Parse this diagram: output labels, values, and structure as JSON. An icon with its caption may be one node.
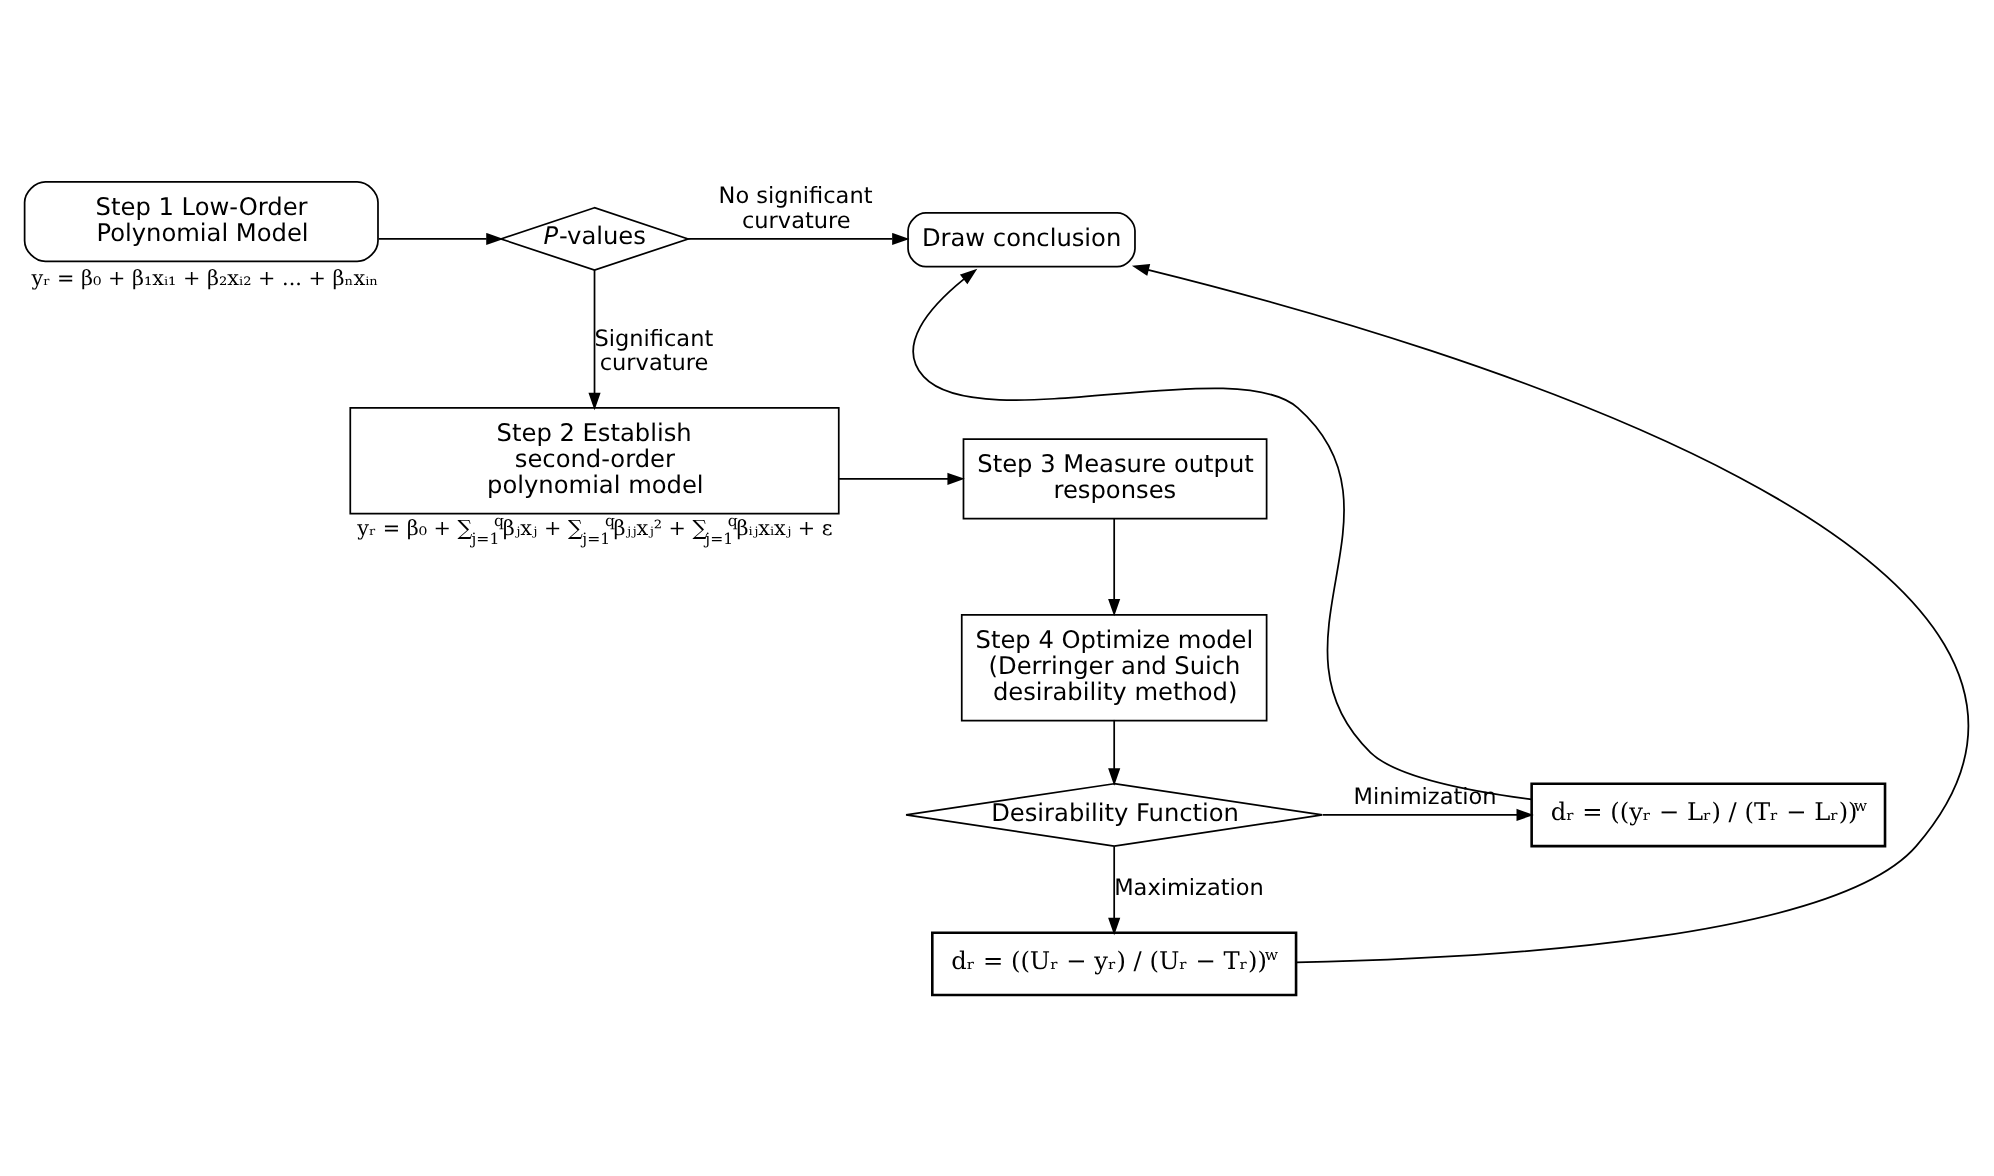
{
  "diagram": {
    "nodes": [
      {
        "text": [
          "Step 1 Low-Order Polynomial Model"
        ],
        "beside": [
          "yᵣ = β₀ + β₁xᵢ₁ + β₂xᵢ₂ + ... + βₙxᵢₙ"
        ]
      },
      {
        "text": [
          "*P*-values"
        ]
      },
      {
        "text": [
          "Draw conclusion"
        ]
      },
      {
        "text": [
          "Step 2 Establish second-order polynomial model"
        ],
        "beside": [
          "yᵣ = β₀ + ∑$_{j=1}$$^{q}$βⱼxⱼ + ∑$_{j=1}$$^{q}$βⱼⱼxⱼ² + ∑$_{j=1}$$^{q}$βᵢⱼxᵢxⱼ + ε"
        ]
      },
      {
        "text": [
          "Step 3 Measure output responses"
        ]
      },
      {
        "text": [
          "Step 4 Optimize model (Derringer and Suich desirability method)"
        ]
      },
      {
        "text": [
          "Desirability Function"
        ]
      },
      {
        "text": [
          "dᵣ = ((yᵣ − Lᵣ) / (Tᵣ − Lᵣ))$^{w}$"
        ]
      },
      {
        "text": [
          "dᵣ = ((Uᵣ − yᵣ) / (Uᵣ − Tᵣ))$^{w}$"
        ]
      }
    ],
    "edges": [
      {
        "from": 0,
        "to": 1,
        "arrow": "to"
      },
      {
        "from": 1,
        "to": 2,
        "arrow": "to",
        "label": "No significant curvature"
      },
      {
        "from": 1,
        "to": 3,
        "arrow": "to",
        "label": "Significant curvature"
      },
      {
        "from": 3,
        "to": 4,
        "arrow": "to"
      },
      {
        "from": 4,
        "to": 5,
        "arrow": "to"
      },
      {
        "from": 5,
        "to": 6,
        "arrow": "to"
      },
      {
        "from": 6,
        "to": 7,
        "arrow": "to",
        "label": "Minimization"
      },
      {
        "from": 6,
        "to": 8,
        "arrow": "to",
        "label": "Maximization"
      },
      {
        "from": 7,
        "to": 2,
        "arrow": "to"
      },
      {
        "from": 8,
        "to": 2,
        "arrow": "to"
      }
    ]
  }
}
